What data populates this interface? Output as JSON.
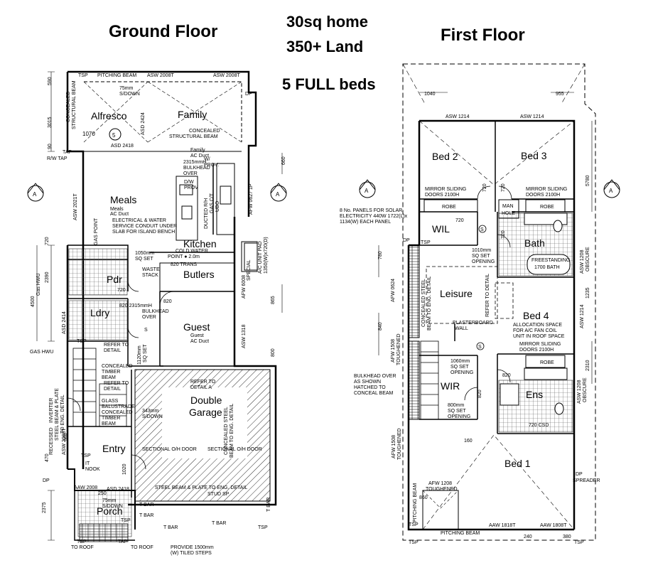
{
  "headings": {
    "ground_floor": "Ground Floor",
    "first_floor": "First Floor",
    "home_size": "30sq home",
    "land": "350+ Land",
    "beds": "5 FULL beds"
  },
  "ground_rooms": {
    "alfresco": "Alfresco",
    "family": "Family",
    "meals": "Meals",
    "kitchen": "Kitchen",
    "butlers": "Butlers",
    "pdr": "Pdr",
    "ldry": "Ldry",
    "guest": "Guest",
    "double_garage_1": "Double",
    "double_garage_2": "Garage",
    "entry": "Entry",
    "porch": "Porch"
  },
  "first_rooms": {
    "bed2": "Bed 2",
    "bed3": "Bed 3",
    "wil": "WIL",
    "bath": "Bath",
    "leisure": "Leisure",
    "bed4": "Bed 4",
    "wir": "WIR",
    "ens": "Ens",
    "bed1": "Bed 1"
  },
  "ground_notes": {
    "tsp_1": "TSP",
    "pitching_beam": "PITCHING BEAM",
    "asw_2008t_a": "ASW 2008T",
    "asw_2008t_b": "ASW 2008T",
    "dim_590": "590",
    "dim_3015": "3015",
    "s_down_75_a": "75mm",
    "s_down_75_b": "S/DOWN",
    "concealed_struct_1": "CONCEALED",
    "concealed_struct_2": "STRUCTURAL BEAM",
    "asd_2424": "ASD 2424",
    "dim_1070": "1070",
    "marker_5": "5",
    "asd_2418": "ASD 2418",
    "concealed_struct_3": "CONCEALED",
    "concealed_struct_4": "STRUCTURAL BEAM",
    "dp_a": "DP",
    "dim_90": "90",
    "tap_a": "TAP",
    "rw_tap": "R/W TAP",
    "family_ac_1": "Family",
    "family_ac_2": "AC Duct",
    "bulkhead_a1": "2315mmH",
    "bulkhead_a2": "BULKHEAD",
    "bulkhead_a3": "OVER",
    "wprov_1": "W/",
    "wprov_2": "PROV.",
    "dim_660": "660",
    "section_a_left": "A",
    "section_a_mid": "A",
    "asw_2021t": "ASW 2021T",
    "meals_ac_1": "Meals",
    "meals_ac_2": "AC Duct",
    "elec_1": "ELECTRICAL & WATER",
    "elec_2": "SERVICE CONDUIT UNDER",
    "elec_3": "SLAB FOR ISLAND BENCH",
    "dw_1": "D/W",
    "dw_2": "PROV",
    "ducted_rh": "DUCTED R/H",
    "gas_ct": "GAS C/T",
    "ubo": "UBO",
    "afw_0627": "AFW 0627 1P",
    "gas_point": "GAS POINT",
    "dim_720_a": "720",
    "sq_set_1": "1050mm",
    "sq_set_2": "SQ SET",
    "cold_water_1": "COLD WATER",
    "cold_water_2": "POINT ● 2.0m",
    "ac_pad_1": "A/C UNIT PAD",
    "ac_pad_2": "1350(W)x720(D)",
    "dim_2390": "2390",
    "dim_4500": "4500",
    "gas_hwu_a": "Gas HWU",
    "waste_stack_1": "WASTE",
    "waste_stack_2": "STACK",
    "trans_820": "820 TRANS",
    "afw_6008_1": "AFW 6008",
    "afw_6008_2": "SPECIAL",
    "dim_720_b": "720",
    "dim_820_a": "820",
    "dim_865": "865",
    "asd_2414": "ASD 2414",
    "bulkhead_b1": "820   2315mmH",
    "bulkhead_b2": "BULKHEAD",
    "bulkhead_b3": "OVER",
    "s_marker": "S",
    "guest_ac_1": "Guest",
    "guest_ac_2": "AC Duct",
    "asw_1318": "ASW 1318",
    "tsp_2": "TSP",
    "refer_detail_a1": "REFER TO",
    "refer_detail_a2": "DETAIL",
    "sq_set_1120_1": "1120mm",
    "sq_set_1120_2": "SQ SET",
    "gas_hwu_b": "GAS HWU",
    "dim_800": "800",
    "concealed_timber_1": "CONCEALED",
    "concealed_timber_2": "TIMBER",
    "concealed_timber_3": "BEAM",
    "refer_detail_b1": "REFER TO",
    "refer_detail_b2": "DETAIL",
    "refer_detail_c1": "REFER TO",
    "refer_detail_c2": "DETAIL A",
    "recessed_1": "RECESSED",
    "recessed_2": "INVERTER",
    "steel_beam_plate": "STEEL BEAM & PLATE",
    "to_eng_detail": "TO ENG. DETAIL",
    "mb": "MB",
    "glass_bal_1": "GLASS",
    "glass_bal_2": "BALUSTRADE",
    "glass_bal_3": "CONCEALED",
    "glass_bal_4": "TIMBER",
    "glass_bal_5": "BEAM",
    "s_down_343_1": "343mm",
    "s_down_343_2": "S/DOWN",
    "concealed_steel_1": "CONCEALED STEEL",
    "concealed_steel_2": "BEAM TO ENG. DETAIL",
    "asw_2008t_c": "ASW 2008T",
    "sectional_1": "SECTIONAL O/H DOOR",
    "sectional_2": "SECTIONAL O/H DOOR",
    "dim_470": "470",
    "tsp_3": "TSP",
    "it_nook_1": "IT",
    "it_nook_2": "NOOK",
    "dim_1020": "1020",
    "dim_dp": "DP",
    "aaw_2008": "AAW 2008",
    "dim_250": "250",
    "asd_2418_b": "ASD 2418",
    "steel_beam_2": "STEEL BEAM & PLATE TO ENG. DETAIL",
    "stud_sp": "STUD SP",
    "dim_2375": "2375",
    "s_down_75_c": "75mm",
    "s_down_75_d": "S/DOWN",
    "t_bar_a": "T BAR",
    "t_bar_b": "T BAR",
    "t_bar_c": "T BAR",
    "t_bar_d": "T BAR",
    "t_bar_e": "T BAR",
    "tsp_4": "TSP",
    "tsp_5": "TSP",
    "tsp_6": "TSP",
    "to_roof_a": "TO ROOF",
    "to_roof_b": "TO ROOF",
    "provide_1": "PROVIDE 1500mm",
    "provide_2": "(W) TILED STEPS",
    "tap_b": "TAP"
  },
  "first_notes": {
    "dim_1040": "1040",
    "dim_955": "955",
    "asw_1214_a": "ASW 1214",
    "asw_1214_b": "ASW 1214",
    "mirror_a1": "MIRROR SLIDING",
    "mirror_a2": "DOORS 2100H",
    "mirror_b1": "MIRROR SLIDING",
    "mirror_b2": "DOORS 2100H",
    "robe_a": "ROBE",
    "robe_b": "ROBE",
    "robe_c": "ROBE",
    "man_hole_1": "MAN",
    "man_hole_2": "HOLE",
    "dim_5780": "5780",
    "section_a_left": "A",
    "section_a_right": "A",
    "solar_1": "8 No. PANELS FOR SOLAR",
    "solar_2": "ELECTRICITY 440W 1722(L)x",
    "solar_3": "1134(W) EACH PANEL",
    "dim_720_a": "720",
    "dim_720_b": "720",
    "dim_720_c": "720",
    "dim_720_d": "720",
    "s_marker_a": "S",
    "s_marker_b": "S",
    "sq_set_1010_1": "1010mm",
    "sq_set_1010_2": "SQ SET",
    "sq_set_1010_3": "OPENING",
    "freestanding_1": "FREESTANDING",
    "freestanding_2": "1700 BATH",
    "dim_780": "780",
    "dp_a": "DP",
    "afw_0624": "AFW 0624",
    "concealed_steel_1": "CONCEALED STEEL",
    "concealed_steel_2": "BEAM TO ENG. DETAIL",
    "refer_to_detail": "REFER TO DETAIL",
    "asw_1208_a": "ASW 1208",
    "obscure": "OBSCURE",
    "dim_1235": "1235",
    "asw_1214_c": "ASW 1214",
    "plasterboard_1": "PLASTERBOARD",
    "plasterboard_2": "WALL",
    "allocation_1": "ALLOCATION SPACE",
    "allocation_2": "FOR A/C FAN COIL",
    "allocation_3": "UNIT IN ROOF SPACE",
    "mirror_c1": "MIRROR SLIDING",
    "mirror_c2": "DOORS 2100H",
    "dim_840": "840",
    "afw_1508_a": "AFW 1508",
    "toughened_a": "TOUGHENED",
    "bulkhead_1": "BULKHEAD OVER",
    "bulkhead_2": "AS SHOWN",
    "bulkhead_3": "HATCHED TO",
    "bulkhead_4": "CONCEAL BEAM",
    "sq_set_1060_1": "1060mm",
    "sq_set_1060_2": "SQ SET",
    "sq_set_1060_3": "OPENING",
    "dim_820_a": "820",
    "dim_820_b": "820",
    "sq_set_800_1": "800mm",
    "sq_set_800_2": "SQ SET",
    "sq_set_800_3": "OPENING",
    "dim_2310": "2310",
    "asw_1208_b": "ASW 1208",
    "obscure_b": "OBSCURE",
    "csd_720": "720 CSD",
    "afw_1508_b": "AFW 1508",
    "toughened_b": "TOUGHENED",
    "dim_160": "160",
    "dp_b": "DP",
    "spreader": "SPREADER",
    "afw_1208": "AFW 1208",
    "toughened_c": "TOUGHENED",
    "dim_860": "860",
    "pitching_beam_a": "PITCHING BEAM",
    "pitching_beam_b": "PITCHING BEAM",
    "aaw_1818t": "AAW 1818T",
    "aaw_1808t": "AAW 1808T",
    "dim_240": "240",
    "dim_380": "380",
    "tsp_a": "TSP",
    "tsp_b": "TSP",
    "tsp_c": "TSP",
    "tsp_d": "TSP"
  }
}
